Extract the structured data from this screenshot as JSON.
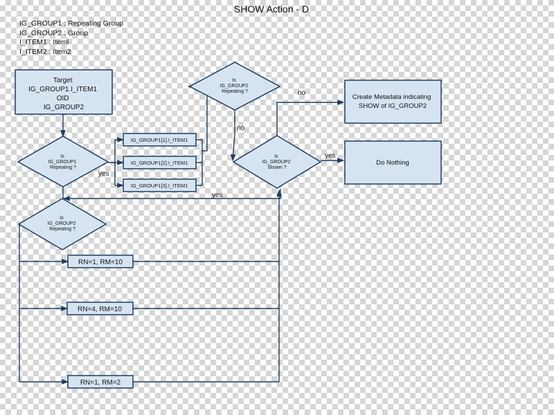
{
  "title": "SHOW Action - D",
  "legend": [
    "IG_GROUP1 : Repeating Group",
    "IG_GROUP2 : Group",
    "I_ITEM1 : Iteml",
    "I_ITEM2 : Item2"
  ],
  "nodes": {
    "target": [
      "Target",
      "IG_GROUP1.I_ITEM1",
      "OID",
      "IG_GROUP2"
    ],
    "decision_group1": [
      "Is",
      "IG_GROUP1",
      "Repeating ?"
    ],
    "item_1": "IG_GROUP1[1].I_ITEM1",
    "item_2": "IG_GROUP1[2].I_ITEM1",
    "item_3": "IG_GROUP1[3].I_ITEM1",
    "decision_group2": [
      "Is",
      "IG_GROUP2",
      "Repeating ?"
    ],
    "decision_top": [
      "Is",
      "IG_GROUP2",
      "Repeating ?"
    ],
    "decision_shown": [
      "Is",
      "IG_GROUP2",
      "Shown ?"
    ],
    "create_metadata": [
      "Create Metadata indicating",
      "SHOW of IG_GROUP2"
    ],
    "do_nothing": "Do Nothing",
    "rn1_rm10": "RN=1, RM=10",
    "rn4_rm10": "RN=4, RM=10",
    "rn1_rm2": "RN=1, RM=2"
  },
  "edge_labels": {
    "yes_group1": "yes",
    "yes_return": "yes",
    "no_top": "no",
    "no_shown": "no",
    "yes_shown": "yes"
  },
  "colors": {
    "box_fill": "#d6e4f2",
    "stroke": "#1d3d5e"
  }
}
